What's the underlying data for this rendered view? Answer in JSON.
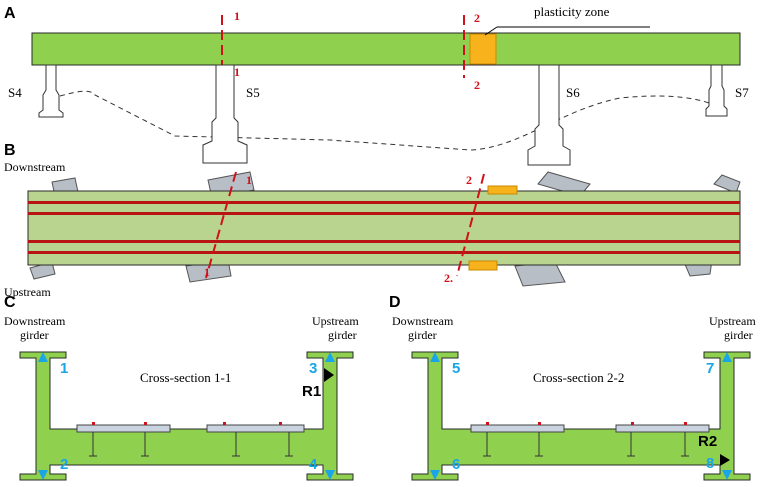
{
  "colors": {
    "green": "#8fd14f",
    "light_green": "#b9d48e",
    "outline": "#2a2a2a",
    "red": "#d0101a",
    "dark_red": "#b81414",
    "orange": "#f7b21c",
    "blue": "#1aa6e6",
    "gray_bearing": "#b8bec6",
    "plate": "#c9d2df"
  },
  "panelA": {
    "label": "A",
    "plasticity_label": "plasticity zone",
    "section1": {
      "top": "1",
      "bottom": "1"
    },
    "section2": {
      "top": "2",
      "bottom": "2"
    },
    "piers": [
      "S4",
      "S5",
      "S6",
      "S7"
    ]
  },
  "panelB": {
    "label": "B",
    "downstream": "Downstream",
    "upstream": "Upstream",
    "section1": {
      "top": "1",
      "bottom": "1"
    },
    "section2": {
      "top": "2",
      "bottom": "2."
    }
  },
  "panelC": {
    "label": "C",
    "left_girder": [
      "Downstream",
      "girder"
    ],
    "right_girder": [
      "Upstream",
      "girder"
    ],
    "title": "Cross-section 1-1",
    "points": [
      "1",
      "2",
      "3",
      "4"
    ],
    "reference": "R1"
  },
  "panelD": {
    "label": "D",
    "left_girder": [
      "Downstream",
      "girder"
    ],
    "right_girder": [
      "Upstream",
      "girder"
    ],
    "title": "Cross-section 2-2",
    "points": [
      "5",
      "6",
      "7",
      "8"
    ],
    "reference": "R2"
  }
}
